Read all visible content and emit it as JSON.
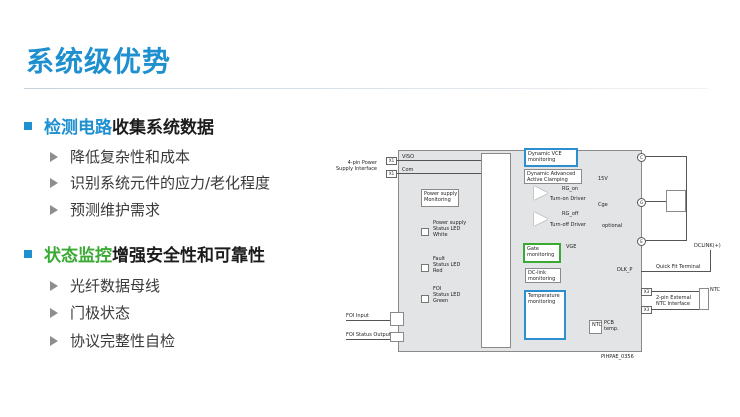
{
  "title": "系统级优势",
  "sections": [
    {
      "heading_highlight": "检测电路",
      "heading_rest": "收集系统数据",
      "items": [
        "降低复杂性和成本",
        "识别系统元件的应力/老化程度",
        "预测维护需求"
      ]
    },
    {
      "heading_highlight": "状态监控",
      "heading_rest": "增强安全性和可靠性",
      "items": [
        "光纤数据母线",
        "门极状态",
        "协议完整性自检"
      ]
    }
  ],
  "diagram": {
    "power_interface": "4-pin Power\nSupply Interface",
    "viso": "VISO",
    "com": "Com",
    "power_monitor": "Power supply\nMonitoring",
    "led1": "Power supply\nStatus LED\nWhite",
    "led2": "Fault\nStatus LED\nRed",
    "led3": "FOI\nStatus LED\nGreen",
    "dyn_vce": "Dynamic VCE\nmonitoring",
    "dyn_clamp": "Dynamic Advanced\nActive Clamping",
    "turn_on": "Turn-on Driver",
    "turn_off": "Turn-off Driver",
    "rg_on": "RG_on",
    "rg_off": "RG_off",
    "gate_mon": "Gate\nmonitoring",
    "vge": "VGE",
    "dclink_mon": "DC-link\nmonitoring",
    "temp_mon": "Temperature\nmonitoring",
    "pcb_temp": "PCB\ntemp.",
    "ntc": "NTC",
    "cge": "Cge",
    "optional": "optional",
    "v15": "15V",
    "dclink_plus": "DCLINK(+)",
    "dclink_p": "DLK_P",
    "quick_fit": "Quick Fit Terminal",
    "ext_ntc": "2-pin External\nNTC Interface",
    "foi_input": "FOI Input",
    "foi_output": "FOI Status Output",
    "ntc_ext": "NTC",
    "part_no": "PIHPAE_0356",
    "x1": "X1",
    "x2": "X2",
    "x3": "X3",
    "c": "C",
    "g": "G",
    "e": "E"
  }
}
